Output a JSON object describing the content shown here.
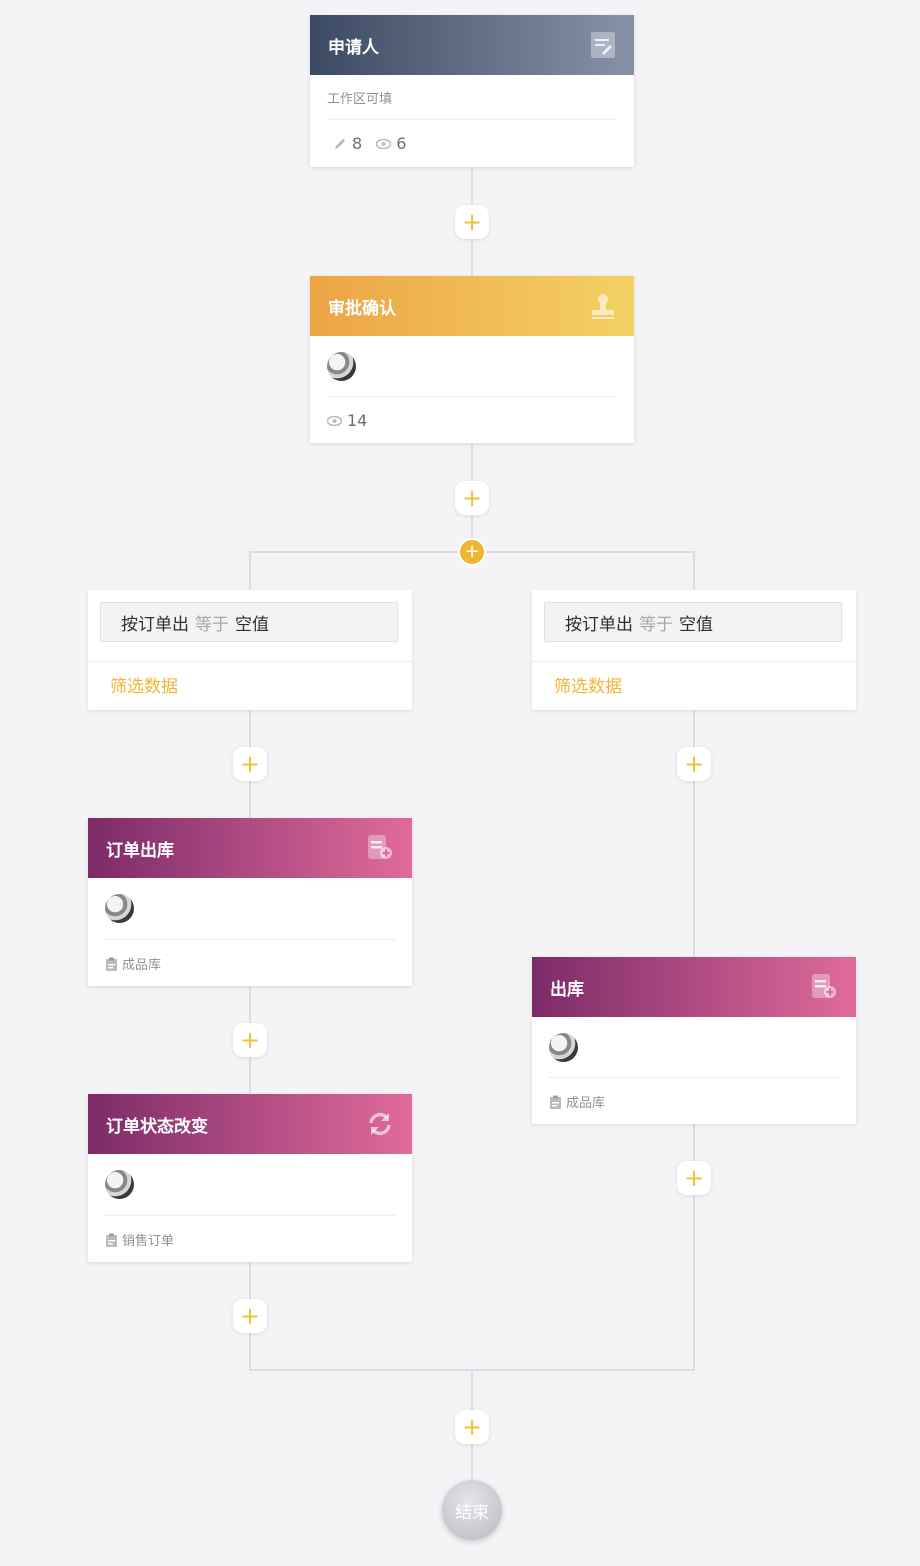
{
  "nodes": {
    "applicant": {
      "title": "申请人",
      "subtitle": "工作区可填",
      "edit_count": "8",
      "view_count": "6"
    },
    "approval": {
      "title": "审批确认",
      "view_count": "14"
    },
    "left_branch": {
      "cond_field": "按订单出",
      "cond_op": "等于",
      "cond_value": "空值",
      "filter_label": "筛选数据"
    },
    "right_branch": {
      "cond_field": "按订单出",
      "cond_op": "等于",
      "cond_value": "空值",
      "filter_label": "筛选数据"
    },
    "order_outbound": {
      "title": "订单出库",
      "target": "成品库"
    },
    "order_status": {
      "title": "订单状态改变",
      "target": "销售订单"
    },
    "outbound": {
      "title": "出库",
      "target": "成品库"
    },
    "end": {
      "label": "结束"
    }
  },
  "add_symbol": "+",
  "colors": {
    "accent": "#f0b534",
    "line": "#dcdde2",
    "background": "#f4f4f6"
  },
  "icons": [
    "form-edit-icon",
    "stamp-icon",
    "pencil-icon",
    "eye-icon",
    "form-add-icon",
    "refresh-icon",
    "clipboard-icon",
    "plus-icon"
  ]
}
